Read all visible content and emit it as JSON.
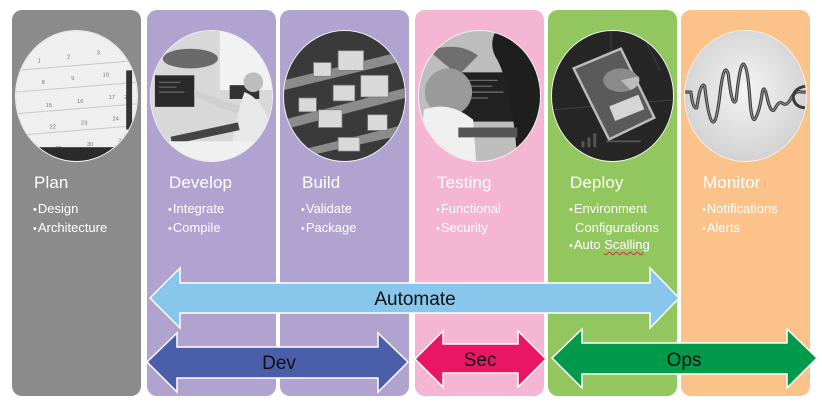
{
  "stages": [
    {
      "id": "plan",
      "title": "Plan",
      "color": "#8a8b8a",
      "image": "calendar-image",
      "bullets": [
        {
          "lines": [
            "Design"
          ]
        },
        {
          "lines": [
            "Architecture"
          ]
        }
      ]
    },
    {
      "id": "develop",
      "title": "Develop",
      "color": "#b1a3d0",
      "image": "developer-at-computer-image",
      "bullets": [
        {
          "lines": [
            "Integrate"
          ]
        },
        {
          "lines": [
            "Compile"
          ]
        }
      ]
    },
    {
      "id": "build",
      "title": "Build",
      "color": "#b1a3d0",
      "image": "conveyor-boxes-image",
      "bullets": [
        {
          "lines": [
            "Validate"
          ]
        },
        {
          "lines": [
            "Package"
          ]
        }
      ]
    },
    {
      "id": "testing",
      "title": "Testing",
      "color": "#f5b6d4",
      "image": "testers-at-screen-image",
      "bullets": [
        {
          "lines": [
            "Functional"
          ]
        },
        {
          "lines": [
            "Security"
          ]
        }
      ]
    },
    {
      "id": "deploy",
      "title": "Deploy",
      "color": "#92c65e",
      "image": "phone-dashboard-image",
      "bullets": [
        {
          "lines": [
            "Environment",
            "Configurations"
          ]
        },
        {
          "lines": [
            "Auto Scalling"
          ]
        }
      ]
    },
    {
      "id": "monitor",
      "title": "Monitor",
      "color": "#fbc38a",
      "image": "waveform-image",
      "bullets": [
        {
          "lines": [
            "Notifications"
          ]
        },
        {
          "lines": [
            "Alerts"
          ]
        }
      ]
    }
  ],
  "arrows": {
    "automate": {
      "label": "Automate",
      "color": "#88c6ec",
      "spans": [
        "develop",
        "deploy"
      ]
    },
    "dev": {
      "label": "Dev",
      "color": "#4b5ea9",
      "spans": [
        "develop",
        "build"
      ]
    },
    "sec": {
      "label": "Sec",
      "color": "#ea1563",
      "spans": [
        "testing"
      ]
    },
    "ops": {
      "label": "Ops",
      "color": "#009a4a",
      "spans": [
        "deploy",
        "monitor"
      ]
    }
  },
  "bullet_char": "•",
  "spellcheck_flag_word": "Scalling"
}
